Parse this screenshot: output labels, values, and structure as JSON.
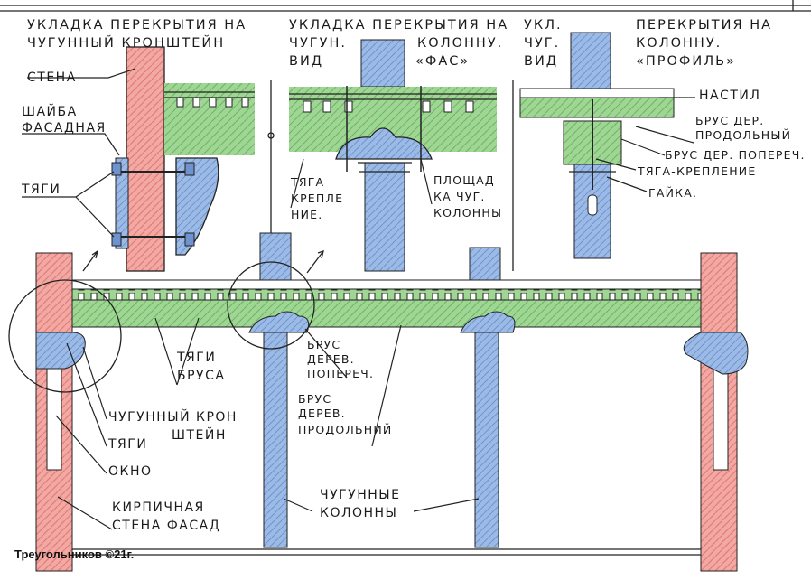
{
  "titles": {
    "bracket": [
      "УКЛАДКА ПЕРЕКРЫТИЯ НА",
      "ЧУГУННЫЙ КРОНШТЕЙН"
    ],
    "column_front": [
      "УКЛАДКА ПЕРЕКРЫТИЯ НА",
      "ЧУГУН.",
      "КОЛОННУ.",
      "ВИД",
      "«ФАС»"
    ],
    "column_profile": [
      "УКЛ.",
      "ЧУГ.",
      "ВИД",
      "ПЕРЕКРЫТИЯ НА",
      "КОЛОННУ.",
      "«ПРОФИЛЬ»"
    ]
  },
  "labels": {
    "wall": "СТЕНА",
    "washer": [
      "ШАЙБА",
      "ФАСАДНАЯ"
    ],
    "rods_top": "ТЯГИ",
    "rod_fastening": [
      "ТЯГА",
      "КРЕПЛЕ",
      "НИЕ."
    ],
    "column_pad": [
      "ПЛОЩАД",
      "КА ЧУГ.",
      "КОЛОННЫ"
    ],
    "decking": "НАСТИЛ",
    "beam_long_top": [
      "БРУС ДЕР.",
      "ПРОДОЛЬНЫЙ"
    ],
    "beam_cross_top": "БРУС ДЕР. ПОПЕРЕЧ.",
    "rod_fastening_profile": "ТЯГА-КРЕПЛЕНИЕ",
    "nut": "ГАЙКА.",
    "beam_rods": [
      "ТЯГИ",
      "БРУСА"
    ],
    "beam_cross": [
      "БРУС",
      "ДЕРЕВ.",
      "ПОПЕРЕЧ."
    ],
    "beam_long": [
      "БРУС",
      "ДЕРЕВ.",
      "ПРОДОЛЬНИЙ"
    ],
    "cast_bracket": [
      "ЧУГУННЫЙ КРОН",
      "ШТЕЙН"
    ],
    "rods_bottom": "ТЯГИ",
    "window": "ОКНО",
    "brick_wall": [
      "КИРПИЧНАЯ",
      "СТЕНА ФАСАД"
    ],
    "columns": [
      "ЧУГУННЫЕ",
      "КОЛОННЫ"
    ]
  },
  "credit": "Треугольников ©21г.",
  "colors": {
    "brick": "#ef9a96",
    "wood": "#8fcf86",
    "iron": "#8fb0df",
    "ink": "#222222"
  }
}
